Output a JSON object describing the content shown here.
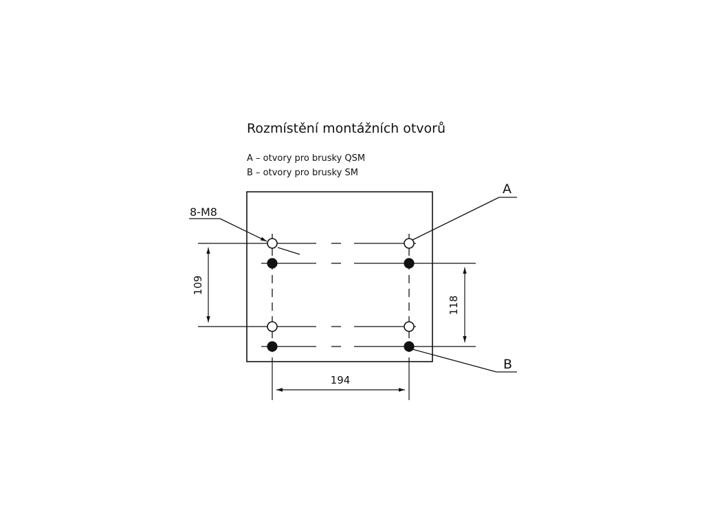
{
  "title": "Rozmístění montážních otvorů",
  "legend": {
    "a": "A – otvory pro brusky QSM",
    "b": "B – otvory pro brusky SM"
  },
  "labels": {
    "thread": "8-M8",
    "callout_a": "A",
    "callout_b": "B"
  },
  "dimensions": {
    "left": "109",
    "right": "118",
    "bottom": "194"
  },
  "colors": {
    "ink": "#111111",
    "background": "#ffffff"
  }
}
